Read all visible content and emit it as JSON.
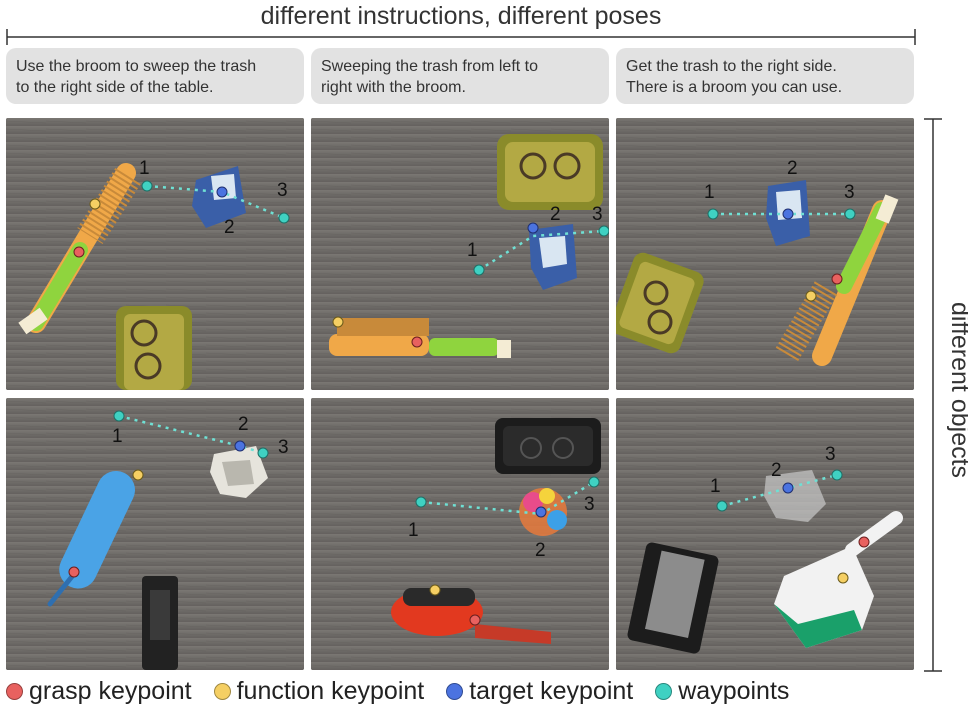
{
  "header": {
    "title": "different instructions, different poses"
  },
  "instructions": [
    {
      "line1": "Use the broom to sweep the trash",
      "line2": "to the right side of the table."
    },
    {
      "line1": "Sweeping the trash from left to",
      "line2": "right with the broom."
    },
    {
      "line1": "Get the trash to the right side.",
      "line2": "There is a broom you can use."
    }
  ],
  "side_label": "different objects",
  "waypoint_labels": [
    "1",
    "2",
    "3"
  ],
  "legend": [
    {
      "label": "grasp keypoint",
      "color": "#e8615f"
    },
    {
      "label": "function keypoint",
      "color": "#f5cf63"
    },
    {
      "label": "target keypoint",
      "color": "#4b73e0"
    },
    {
      "label": "waypoints",
      "color": "#3fd1c2"
    }
  ],
  "colors": {
    "table": "#6f6c69",
    "waypoint_line": "#6fe0d4",
    "broom_handle": "#f0a848",
    "broom_grip": "#8fd43e",
    "instruction_bubble": "#e2e2e2"
  }
}
